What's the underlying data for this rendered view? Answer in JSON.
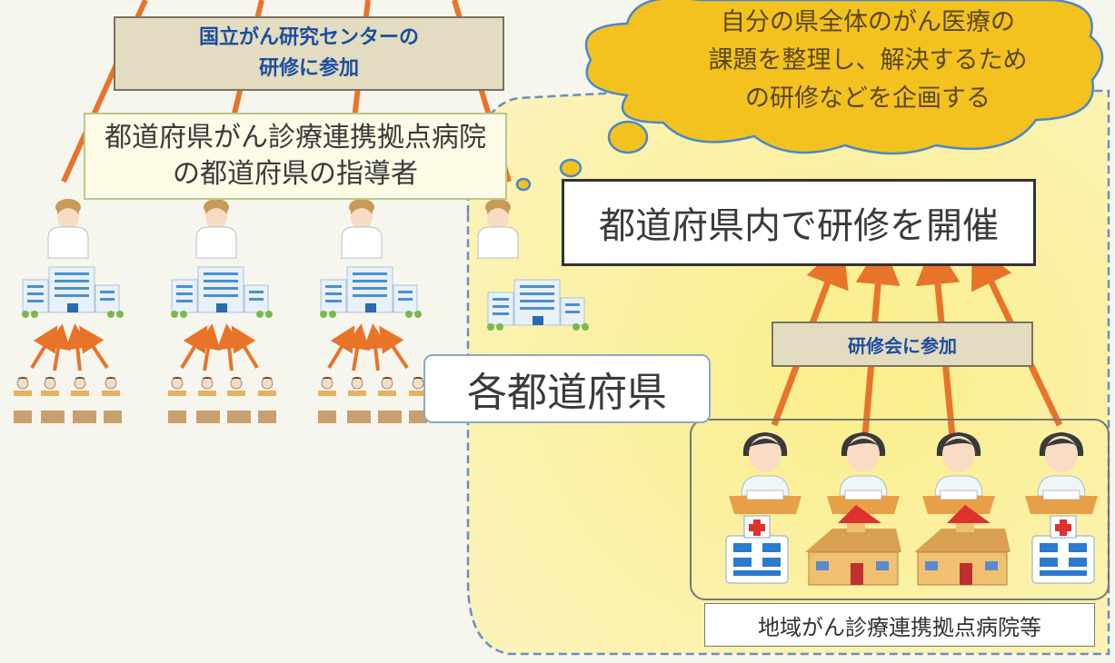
{
  "labels": {
    "ncc_training": "国立がん研究センターの\n研修に参加",
    "prefectural_leaders": "都道府県がん診療連携拠点病院\nの都道府県の指導者",
    "thought_cloud": "自分の県全体のがん医療の\n課題を整理し、解決するため\nの研修などを企画する",
    "hold_training": "都道府県内で研修を開催",
    "attend_training": "研修会に参加",
    "each_prefecture": "各都道府県",
    "regional_hospitals": "地域がん診療連携拠点病院等"
  },
  "icons": {
    "nurse": "nurse-icon",
    "building": "hospital-building-icon",
    "clinic": "clinic-icon",
    "house": "house-clinic-icon",
    "trainee": "nurse-at-desk-icon",
    "arrow": "arrow-icon",
    "cloud": "thought-cloud-icon"
  },
  "colors": {
    "arrow": "#e8742a",
    "cloud_fill": "#f4c21e",
    "region_fill": "#fbf3a8",
    "region_border": "#6a8fc0",
    "label_blue": "#1c4ea0",
    "beige_box": "#e4dcc0"
  }
}
